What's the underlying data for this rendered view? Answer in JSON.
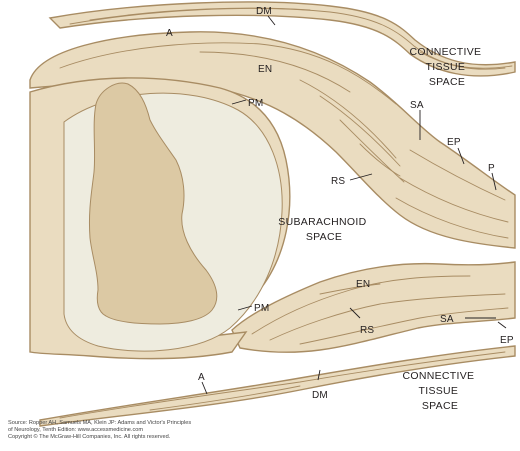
{
  "colors": {
    "sheath_fill": "#eadcc0",
    "sheath_edge": "#a88c63",
    "cord_white_matter": "#eeecdf",
    "cord_gray_matter": "#dcc9a4",
    "fibre_strokes": "#a88c63",
    "text": "#231f20",
    "background": "#ffffff"
  },
  "labels": {
    "dm_top": "DM",
    "a_top": "A",
    "en_top": "EN",
    "pm_top": "PM",
    "sa_top": "SA",
    "ep_top": "EP",
    "p_right": "P",
    "rs_upper": "RS",
    "connective_tissue_top": [
      "CONNECTIVE",
      "TISSUE",
      "SPACE"
    ],
    "subarachnoid_space": [
      "SUBARACHNOID",
      "SPACE"
    ],
    "en_bottom": "EN",
    "pm_bottom": "PM",
    "rs_lower": "RS",
    "sa_bottom": "SA",
    "ep_bottom": "EP",
    "a_bottom": "A",
    "dm_bottom": "DM",
    "connective_tissue_bottom": [
      "CONNECTIVE",
      "TISSUE",
      "SPACE"
    ]
  },
  "source_note": {
    "line1": "Source: Ropper AH, Samuels MA, Klein JP: Adams and Victor's Principles",
    "line2": "of Neurology, Tenth Edition: www.accessmedicine.com",
    "line3": "Copyright © The McGraw-Hill Companies, Inc. All rights reserved."
  }
}
